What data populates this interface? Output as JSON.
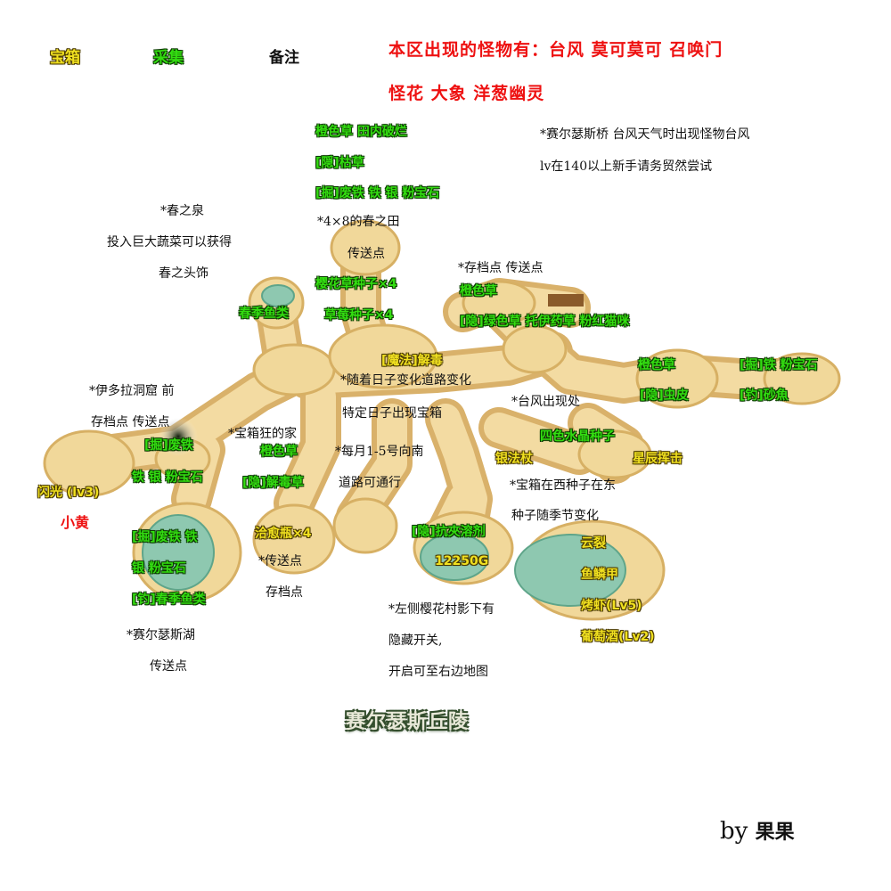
{
  "legend": {
    "treasure": "宝箱",
    "gather": "采集",
    "remark": "备注"
  },
  "monsters": {
    "line1": "本区出现的怪物有：台风 莫可莫可 召唤门",
    "line2": "怪花 大象 洋葱幽灵"
  },
  "notes": {
    "bridge1": "*赛尔瑟斯桥 台风天气时出现怪物台风",
    "bridge2": "lv在140以上新手请务贸然尝试",
    "spring1": "*春之泉",
    "spring2": "投入巨大蔬菜可以获得",
    "spring3": "春之头饰",
    "field": "*4×8的春之田",
    "teleport_top": "传送点",
    "savepoint_ne": "*存档点 传送点",
    "road1": "*随着日子变化道路变化",
    "road2": "特定日子出现宝箱",
    "typhoon": "*台风出现处",
    "cave1": "*伊多拉洞窟 前",
    "cave2": "存档点 传送点",
    "chest_house": "*宝箱狂的家",
    "monthly": "*每月1-5号向南",
    "passable": "道路可通行",
    "seed_pos": "*宝箱在西种子在东",
    "seed_season": "种子随季节变化",
    "teleport_mid": "*传送点",
    "savepoint_mid": "存档点",
    "lake1": "*赛尔瑟斯湖",
    "lake2": "传送点",
    "hidden1": "*左侧樱花村影下有",
    "hidden2": "隐藏开关,",
    "hidden3": "开启可至右边地图"
  },
  "gather": {
    "g1": "橙色草 田内破烂",
    "g2": "[隠]枯草",
    "g3": "[掘]废铁 铁 银 粉宝石",
    "g4": "樱花草种子×4",
    "g5": "橙色草",
    "g6": "春季鱼类",
    "g7": "草莓种子×4",
    "g8": "[隐]绿色草 托伊药草 粉红猫咪",
    "g9": "橙色草",
    "g10": "[掘]铁 粉宝石",
    "g11": "[隐]虫皮",
    "g12": "[钓]砂魚",
    "g13": "[掘]废铁",
    "g14": "橙色草",
    "g15": "四色水晶种子",
    "g16": "铁 银 粉宝石",
    "g17": "[隐]解毒草",
    "g18": "[掘]废铁 铁",
    "g19": "[隐]抗夾溶剂",
    "g20": "银 粉宝石",
    "g21": "[钓]春季鱼类"
  },
  "treasure": {
    "t1": "[魔法]解毒",
    "t2": "银法杖",
    "t3": "星辰挥击",
    "t4": "闪光 (lv3)",
    "t5": "洽愈瓶×4",
    "t6": "12250G",
    "t7": "云裂",
    "t8": "鱼鳞甲",
    "t9": "烤虾(Lv5)",
    "t10": "葡萄酒(Lv2)"
  },
  "npc": {
    "name": "小黄"
  },
  "map_title": "赛尔瑟斯丘陵",
  "credit": {
    "by": "by",
    "author": "果果"
  },
  "colors": {
    "path": "#f1d89a",
    "path_edge": "#d7b064",
    "water": "#8ec8b0",
    "cave": "#2a3a20"
  }
}
